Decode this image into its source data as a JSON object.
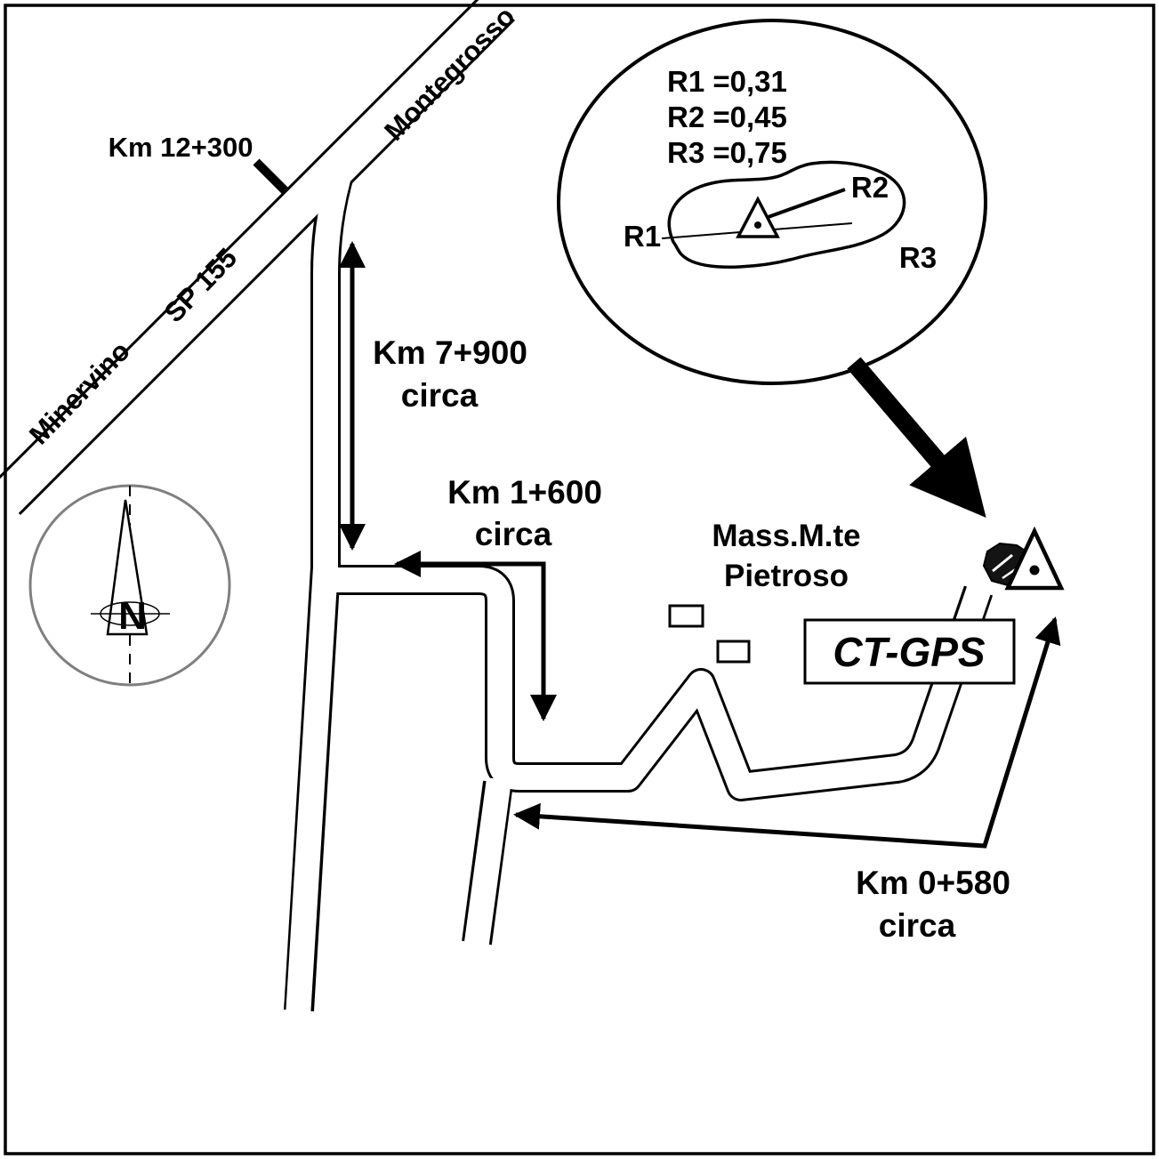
{
  "colors": {
    "ink": "#000000",
    "compass_ring": "#808080",
    "paper": "#ffffff"
  },
  "roads": {
    "main_road_destination_ne": "Montegrosso",
    "main_road_number": "SP 155",
    "main_road_destination_sw": "Minervino",
    "milestone_label": "Km 12+300"
  },
  "distances": {
    "branch_length": {
      "value": "Km 7+900",
      "qualifier": "circa"
    },
    "track_length": {
      "value": "Km 1+600",
      "qualifier": "circa"
    },
    "final_length": {
      "value": "Km 0+580",
      "qualifier": "circa"
    }
  },
  "site": {
    "locality_line1": "Mass.M.te",
    "locality_line2": "Pietroso",
    "station_box_label": "CT-GPS"
  },
  "compass": {
    "north_label": "N"
  },
  "detail_inset": {
    "r_values": [
      "R1 =0,31",
      "R2 =0,45",
      "R3 =0,75"
    ],
    "point_labels": [
      "R1",
      "R2",
      "R3"
    ]
  }
}
